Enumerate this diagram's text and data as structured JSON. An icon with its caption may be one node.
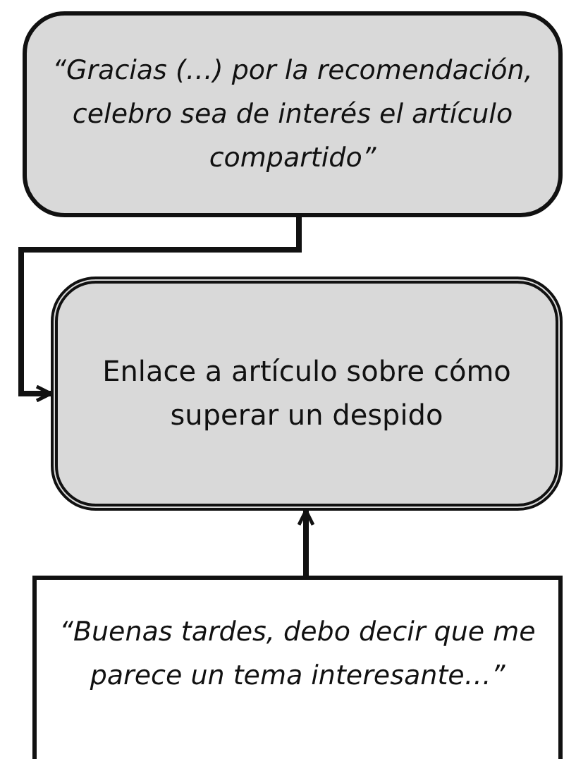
{
  "diagram": {
    "nodes": [
      {
        "text": [
          "“Gracias (…) por la recomendación, celebro sea de interés el artículo compartido”"
        ]
      },
      {
        "text": [
          "Enlace a artículo sobre cómo superar un despido"
        ]
      },
      {
        "text": [
          "“Buenas tardes, debo decir que me parece un tema interesante…”"
        ]
      }
    ],
    "edges": [
      {
        "from": 0,
        "to": 1,
        "arrow": "to"
      },
      {
        "from": 2,
        "to": 1,
        "arrow": "to"
      }
    ]
  }
}
